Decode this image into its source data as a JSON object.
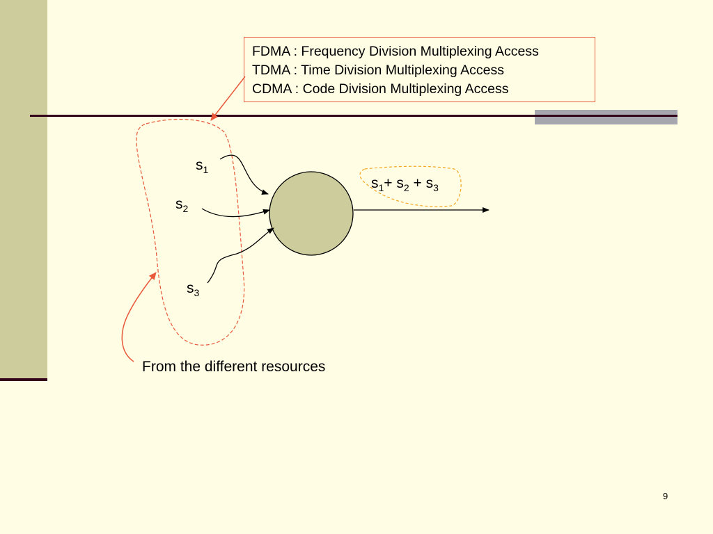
{
  "legend": {
    "lines": [
      "FDMA : Frequency Division Multiplexing Access",
      "TDMA : Time Division Multiplexing Access",
      "CDMA : Code Division Multiplexing Access"
    ]
  },
  "signals": [
    {
      "base": "s",
      "sub": "1"
    },
    {
      "base": "s",
      "sub": "2"
    },
    {
      "base": "s",
      "sub": "3"
    }
  ],
  "output_label": {
    "parts": [
      {
        "base": "s",
        "sub": "1",
        "after": "+ "
      },
      {
        "base": "s",
        "sub": "2",
        "after": " + "
      },
      {
        "base": "s",
        "sub": "3",
        "after": ""
      }
    ]
  },
  "caption": "From the different resources",
  "page_number": "9",
  "colors": {
    "background": "#FFFDE3",
    "side_bar": "#CCCC9C",
    "rule": "#33001A",
    "accent_red": "#E8583A",
    "accent_orange": "#F5A623",
    "node_fill": "#CCCC9C"
  }
}
